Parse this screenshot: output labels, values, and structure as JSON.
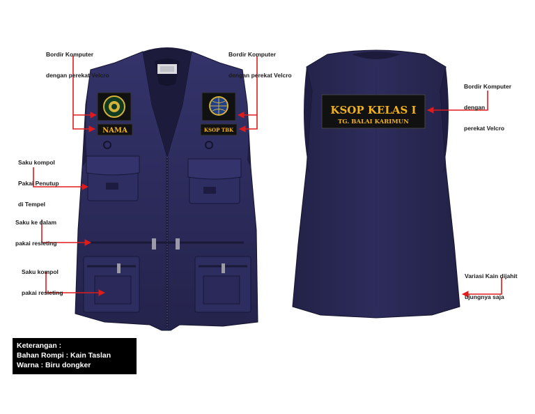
{
  "callouts": {
    "front_left_patch": [
      "Bordir Komputer",
      "dengan perekat Velcro"
    ],
    "front_right_patch": [
      "Bordir Komputer",
      "dengan perekat Velcro"
    ],
    "back_patch": [
      "Bordir Komputer",
      "dengan",
      "perekat Velcro"
    ],
    "chest_pocket": [
      "Saku kompol",
      "Pakai Penutup",
      "di Tempel"
    ],
    "inner_pocket": [
      "Saku ke dalam",
      "pakai resleting"
    ],
    "lower_pocket": [
      "Saku kompol",
      "pakai resleting"
    ],
    "fabric_variation": [
      "Variasi Kain dijahit",
      "ujungnya saja"
    ]
  },
  "patches": {
    "name_tag": "NAMA",
    "right_tag": "KSOP TBK",
    "back_line1": "KSOP KELAS I",
    "back_line2": "TG. BALAI KARIMUN"
  },
  "legend": {
    "title": "Keterangan :",
    "material": "Bahan Rompi : Kain Taslan",
    "color": "Warna : Biru dongker"
  },
  "colors": {
    "vest": "#2b2a57",
    "arrow": "#e01b1b",
    "patch_text": "#f2b21b",
    "patch_bg": "#111111"
  }
}
